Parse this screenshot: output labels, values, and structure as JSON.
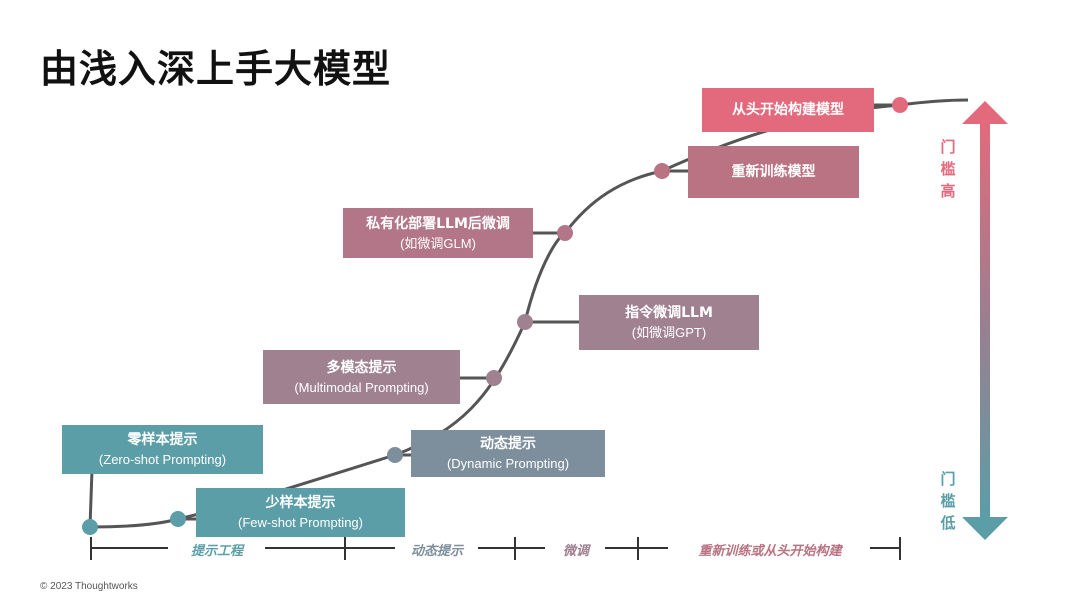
{
  "title": "由浅入深上手大模型",
  "footer": "© 2023 Thoughtworks",
  "steps": [
    {
      "line1": "零样本提示",
      "line2": "(Zero-shot Prompting)"
    },
    {
      "line1": "少样本提示",
      "line2": "(Few-shot Prompting)"
    },
    {
      "line1": "动态提示",
      "line2": "(Dynamic Prompting)"
    },
    {
      "line1": "多模态提示",
      "line2": "(Multimodal Prompting)"
    },
    {
      "line1": "指令微调LLM",
      "line2": "(如微调GPT)"
    },
    {
      "line1": "私有化部署LLM后微调",
      "line2": "(如微调GLM)"
    },
    {
      "line1": "重新训练模型",
      "line2": ""
    },
    {
      "line1": "从头开始构建模型",
      "line2": ""
    }
  ],
  "phases": [
    "提示工程",
    "动态提示",
    "微调",
    "重新训练或从头开始构建"
  ],
  "threshold": {
    "high": [
      "门",
      "槛",
      "高"
    ],
    "low": [
      "门",
      "槛",
      "低"
    ]
  },
  "colors": {
    "teal": "#5b9ea8",
    "slate": "#7d8f9c",
    "mauve": "#a08190",
    "rose": "#b97382",
    "pink": "#e36a7c",
    "curve": "#555555",
    "axis": "#333333"
  }
}
